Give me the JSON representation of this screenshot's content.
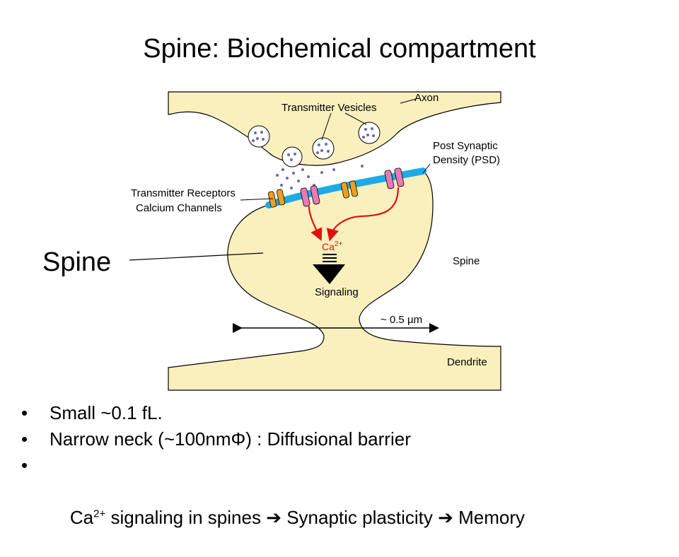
{
  "title": "Spine: Biochemical compartment",
  "diagram": {
    "axon_label": "Axon",
    "vesicles_label": "Transmitter Vesicles",
    "psd_label_line1": "Post Synaptic",
    "psd_label_line2": "Density (PSD)",
    "receptors_label": "Transmitter Receptors",
    "channels_label": "Calcium Channels",
    "spine_big_label": "Spine",
    "spine_small_label": "Spine",
    "ca_label": "Ca",
    "ca_superscript": "2+",
    "signaling_label": "Signaling",
    "scale_label": "~ 0.5 µm",
    "dendrite_label": "Dendrite"
  },
  "bullets": [
    {
      "text": "Small  ~0.1 fL."
    },
    {
      "text": "Narrow neck (~100nmΦ) : Diffusional barrier"
    },
    {
      "ca": "Ca",
      "sup": "2+",
      "t1": " signaling in spines ",
      "arrow1": "➔",
      "t2": " Synaptic plasticity ",
      "arrow2": "➔",
      "t3": " Memory"
    }
  ],
  "bullet_char": "•",
  "colors": {
    "cytoplasm": "#FAF0BE",
    "membrane": "#1EAAE6",
    "receptor": "#E87AB4",
    "channel": "#F0A020",
    "arrow": "#E01010",
    "ca_text": "#E01010",
    "vesicle_dot": "#6A6AAA"
  }
}
